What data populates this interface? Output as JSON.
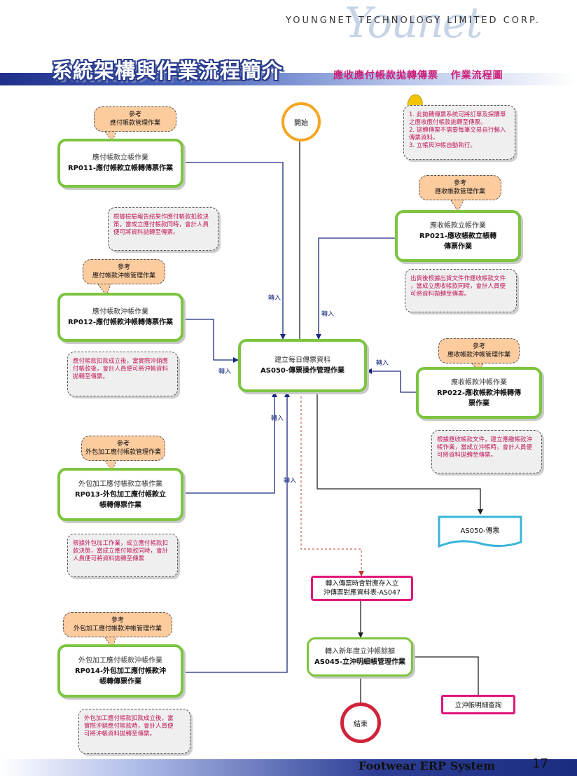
{
  "header": {
    "company": "YOUNGNET TECHNOLOGY LIMITED CORP.",
    "main_title": "系統架構與作業流程簡介",
    "sub_title": "應收應付帳款拋轉傳票   作業流程圖"
  },
  "footer": {
    "system_name": "Footwear ERP System",
    "page_number": "17"
  },
  "terminals": {
    "start": "開始",
    "end": "結束"
  },
  "refs": {
    "ap_account": {
      "line1": "參考",
      "line2": "應付帳款管理作業"
    },
    "ap_offset": {
      "line1": "參考",
      "line2": "應付帳款沖帳管理作業"
    },
    "ar_account": {
      "line1": "參考",
      "line2": "應收帳款管理作業"
    },
    "ar_offset": {
      "line1": "參考",
      "line2": "應收帳款沖帳管理作業"
    },
    "sub_account": {
      "line1": "參考",
      "line2": "外包加工應付帳款管理作業"
    },
    "sub_offset": {
      "line1": "參考",
      "line2": "外包加工應付帳款沖帳管理作業"
    }
  },
  "processes": {
    "rp011": {
      "line1": "應付帳款立帳作業",
      "line2": "RP011-應付帳款立帳轉傳票作業"
    },
    "rp012": {
      "line1": "應付帳款沖帳作業",
      "line2": "RP012-應付帳款沖帳轉傳票作業"
    },
    "rp013": {
      "line1": "外包加工應付帳款立帳作業",
      "line2": "RP013-外包加工應付帳款立",
      "line3": "帳轉傳票作業"
    },
    "rp014": {
      "line1": "外包加工應付帳款沖帳作業",
      "line2": "RP014-外包加工應付帳款沖",
      "line3": "帳轉傳票作業"
    },
    "rp021": {
      "line1": "應收帳款立帳作業",
      "line2": "RP021-應收帳款立帳轉",
      "line3": "傳票作業"
    },
    "rp022": {
      "line1": "應收帳款沖帳作業",
      "line2": "RP022-應收帳款沖帳轉傳",
      "line3": "票作業"
    },
    "as050": {
      "line1": "建立每日傳票資料",
      "line2": "AS050-傳票操作管理作業"
    },
    "as045": {
      "line1": "轉入新年度立沖帳餘額",
      "line2": "AS045-立沖明細帳管理作業"
    }
  },
  "notes": {
    "top_right": [
      "1. 此拋轉傳票系統可將訂單及採購單",
      "   之應收應付帳款拋轉至傳票。",
      "2. 拋轉傳票不需要每筆交易自行輸入",
      "   傳票資料。",
      "3. 立帳與沖帳自動執行。"
    ],
    "ap_account": [
      "根據檢驗報告結果作應付帳款扣款決",
      "策，當成立應付帳款同時，會計人員",
      "便可將資料拋轉至傳票。"
    ],
    "ap_offset": [
      "應付帳款扣款成立後，當實際沖銷應",
      "付帳款後，會計人員便可將沖帳資料",
      "拋轉至傳票。"
    ],
    "sub_account": [
      "根據外包加工作業，成立應付帳款扣",
      "款決策，當成立應付帳款同時，會計",
      "人員便可將資料拋轉至傳票"
    ],
    "sub_offset": [
      "外包加工應付帳款扣款成立後，當",
      "實際沖銷應付帳款時，會計人員便",
      "可將沖帳資料拋轉至傳票。"
    ],
    "ar_account": [
      "出貨後根據出貨文件作應收帳款文件",
      "，當成立應收帳款同時，會計人員便",
      "可將資料拋轉至傳票。"
    ],
    "ar_offset": [
      "根據應收帳款文件，建立應繳帳款沖",
      "帳作業，當成立沖帳時，會計人員便",
      "可將資料拋轉至傳票。"
    ]
  },
  "documents": {
    "as050_voucher": "AS050-傳票",
    "as047": {
      "line1": "轉入傳票時會對應存入立",
      "line2": "沖傳票對應資料表-AS047"
    },
    "offset_query": "立沖帳明細查詢"
  },
  "transfer_label": "轉入",
  "colors": {
    "process_border": "#7dc43f",
    "ref_fill": "#fccb9e",
    "note_text": "#c2185b",
    "start_circle": "#f5a623",
    "end_circle": "#d0243a",
    "arrow": "#1a2a80",
    "document_border": "#e0157a",
    "voucher_border": "#39b5d9"
  }
}
